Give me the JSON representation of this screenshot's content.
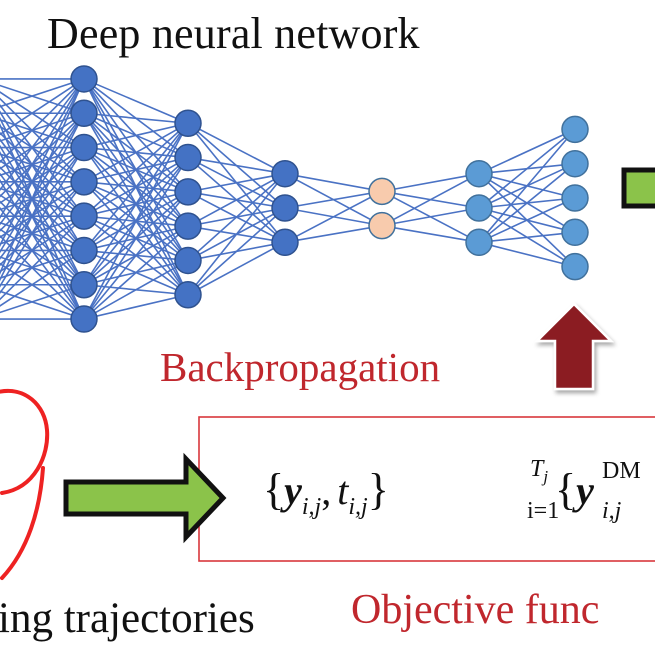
{
  "diagram": {
    "title": "Deep neural network",
    "backprop_label": "Backpropagation",
    "objective_label": "Objective func",
    "trajectories_label": "ing trajectories",
    "colors": {
      "edge": "#4a72c4",
      "node_dark": "#4472c4",
      "node_dark_stroke": "#2f528f",
      "node_light": "#5b9bd5",
      "node_light_stroke": "#41719c",
      "node_latent": "#f8cbad",
      "node_latent_stroke": "#41719c",
      "green_arrow": "#8bc34a",
      "arrow_outline": "#111111",
      "backprop_arrow": "#8b1c22",
      "label_red": "#c0272d",
      "box_border": "#d9373c",
      "trajectory": "#ee2222"
    },
    "network": {
      "layers": [
        {
          "name": "hidden-1",
          "nodes": 8,
          "style": "dark"
        },
        {
          "name": "hidden-2",
          "nodes": 6,
          "style": "dark"
        },
        {
          "name": "hidden-3",
          "nodes": 3,
          "style": "dark"
        },
        {
          "name": "latent",
          "nodes": 2,
          "style": "latent"
        },
        {
          "name": "hidden-5",
          "nodes": 3,
          "style": "light"
        },
        {
          "name": "output",
          "nodes": 5,
          "style": "light"
        }
      ]
    },
    "formula": {
      "part1": {
        "open": "{",
        "y": "y",
        "y_sub": "i,j",
        "comma": ",",
        "t": "t",
        "t_sub": "i,j",
        "close": "}",
        "sup": "T",
        "sup_sub": "j",
        "sub": "i=1"
      },
      "part2": {
        "open": "{",
        "y": "y",
        "sup": "DM",
        "sub": "i,j"
      }
    }
  }
}
